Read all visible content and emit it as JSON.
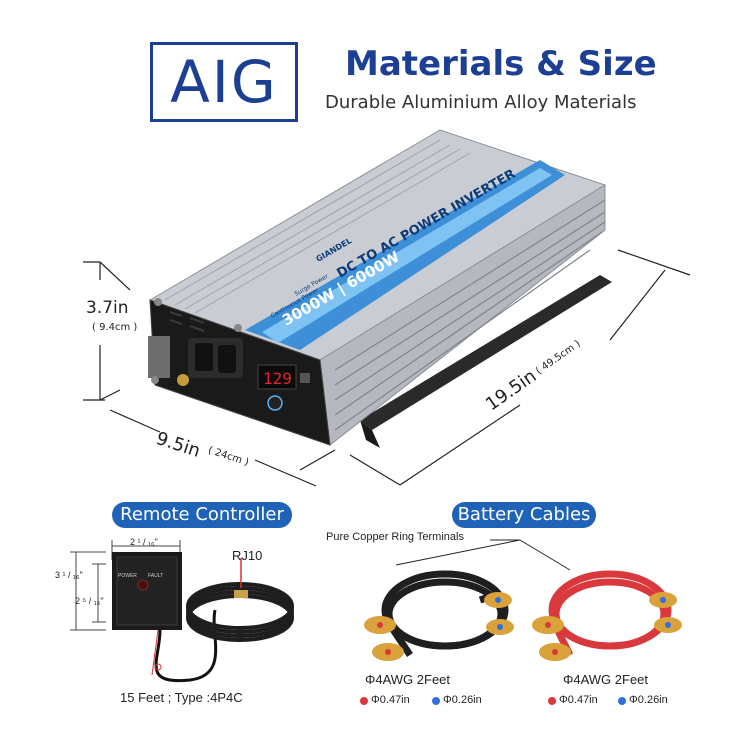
{
  "brand": {
    "logo": "AIG"
  },
  "header": {
    "title": "Materials & Size",
    "subtitle": "Durable Aluminium Alloy Materials"
  },
  "product": {
    "brand_name": "GIANDEL",
    "model_title": "DC TO AC POWER INVERTER",
    "power_label": "3000W | 6000W",
    "continuous_label": "Continuous Power",
    "surge_label": "Surge Power",
    "display_value": "129"
  },
  "dimensions": {
    "height": {
      "value": "3.7in",
      "metric": "( 9.4cm )"
    },
    "width": {
      "value": "9.5in",
      "metric": "( 24cm )"
    },
    "length": {
      "value": "19.5in",
      "metric": "( 49.5cm )"
    }
  },
  "remote": {
    "section_label": "Remote Controller",
    "top_dim": "2 ¹ / ₁₆\"",
    "left_outer_dim": "3 ¹ / ₁₆\"",
    "left_inner_dim": "2 ⁵ / ₁₆\"",
    "connector_label": "RJ10",
    "cable_caption": "15 Feet ; Type :4P4C",
    "panel_power": "POWER",
    "panel_fault": "FAULT"
  },
  "cables": {
    "section_label": "Battery Cables",
    "terminal_label": "Pure Copper Ring Terminals",
    "black": {
      "spec": "Φ4AWG 2Feet",
      "red_dot": "Φ0.47in",
      "blue_dot": "Φ0.26in"
    },
    "red": {
      "spec": "Φ4AWG 2Feet",
      "red_dot": "Φ0.47in",
      "blue_dot": "Φ0.26in"
    }
  },
  "colors": {
    "brand_blue": "#1c3f94",
    "pill_blue": "#1e63b8",
    "cable_red": "#d9383c",
    "terminal_gold": "#d9a23a"
  }
}
